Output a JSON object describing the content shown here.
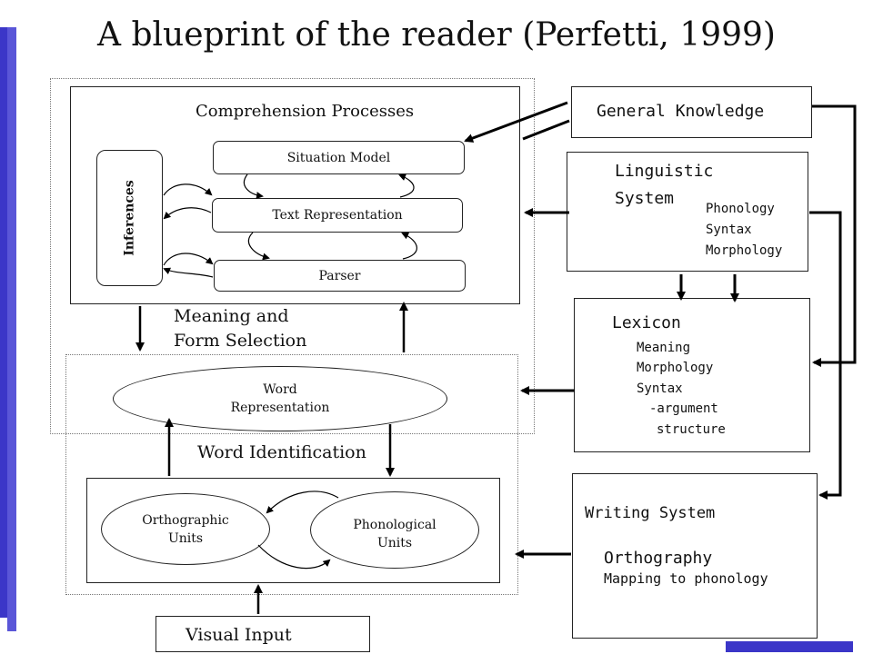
{
  "title": "A blueprint of the reader (Perfetti, 1999)",
  "colors": {
    "accent": "#3b36c8",
    "stroke": "#000000"
  },
  "comprehension": {
    "label": "Comprehension Processes",
    "situation_model": "Situation Model",
    "text_representation": "Text Representation",
    "parser": "Parser",
    "inferences": "Inferences"
  },
  "meaning_form": {
    "line1": "Meaning and",
    "line2": "Form Selection"
  },
  "word": {
    "line1": "Word",
    "line2": "Representation"
  },
  "word_identification": "Word Identification",
  "orthographic": {
    "line1": "Orthographic",
    "line2": "Units"
  },
  "phonological": {
    "line1": "Phonological",
    "line2": "Units"
  },
  "visual_input": "Visual Input",
  "general_knowledge": "General Knowledge",
  "linguistic": {
    "line1": "Linguistic",
    "line2": "System",
    "items": [
      "Phonology",
      "Syntax",
      "Morphology"
    ]
  },
  "lexicon": {
    "label": "Lexicon",
    "items": [
      "Meaning",
      "Morphology",
      "Syntax",
      "-argument",
      "structure"
    ]
  },
  "writing": {
    "label": "Writing System",
    "orthography": "Orthography",
    "mapping": "Mapping to phonology"
  }
}
